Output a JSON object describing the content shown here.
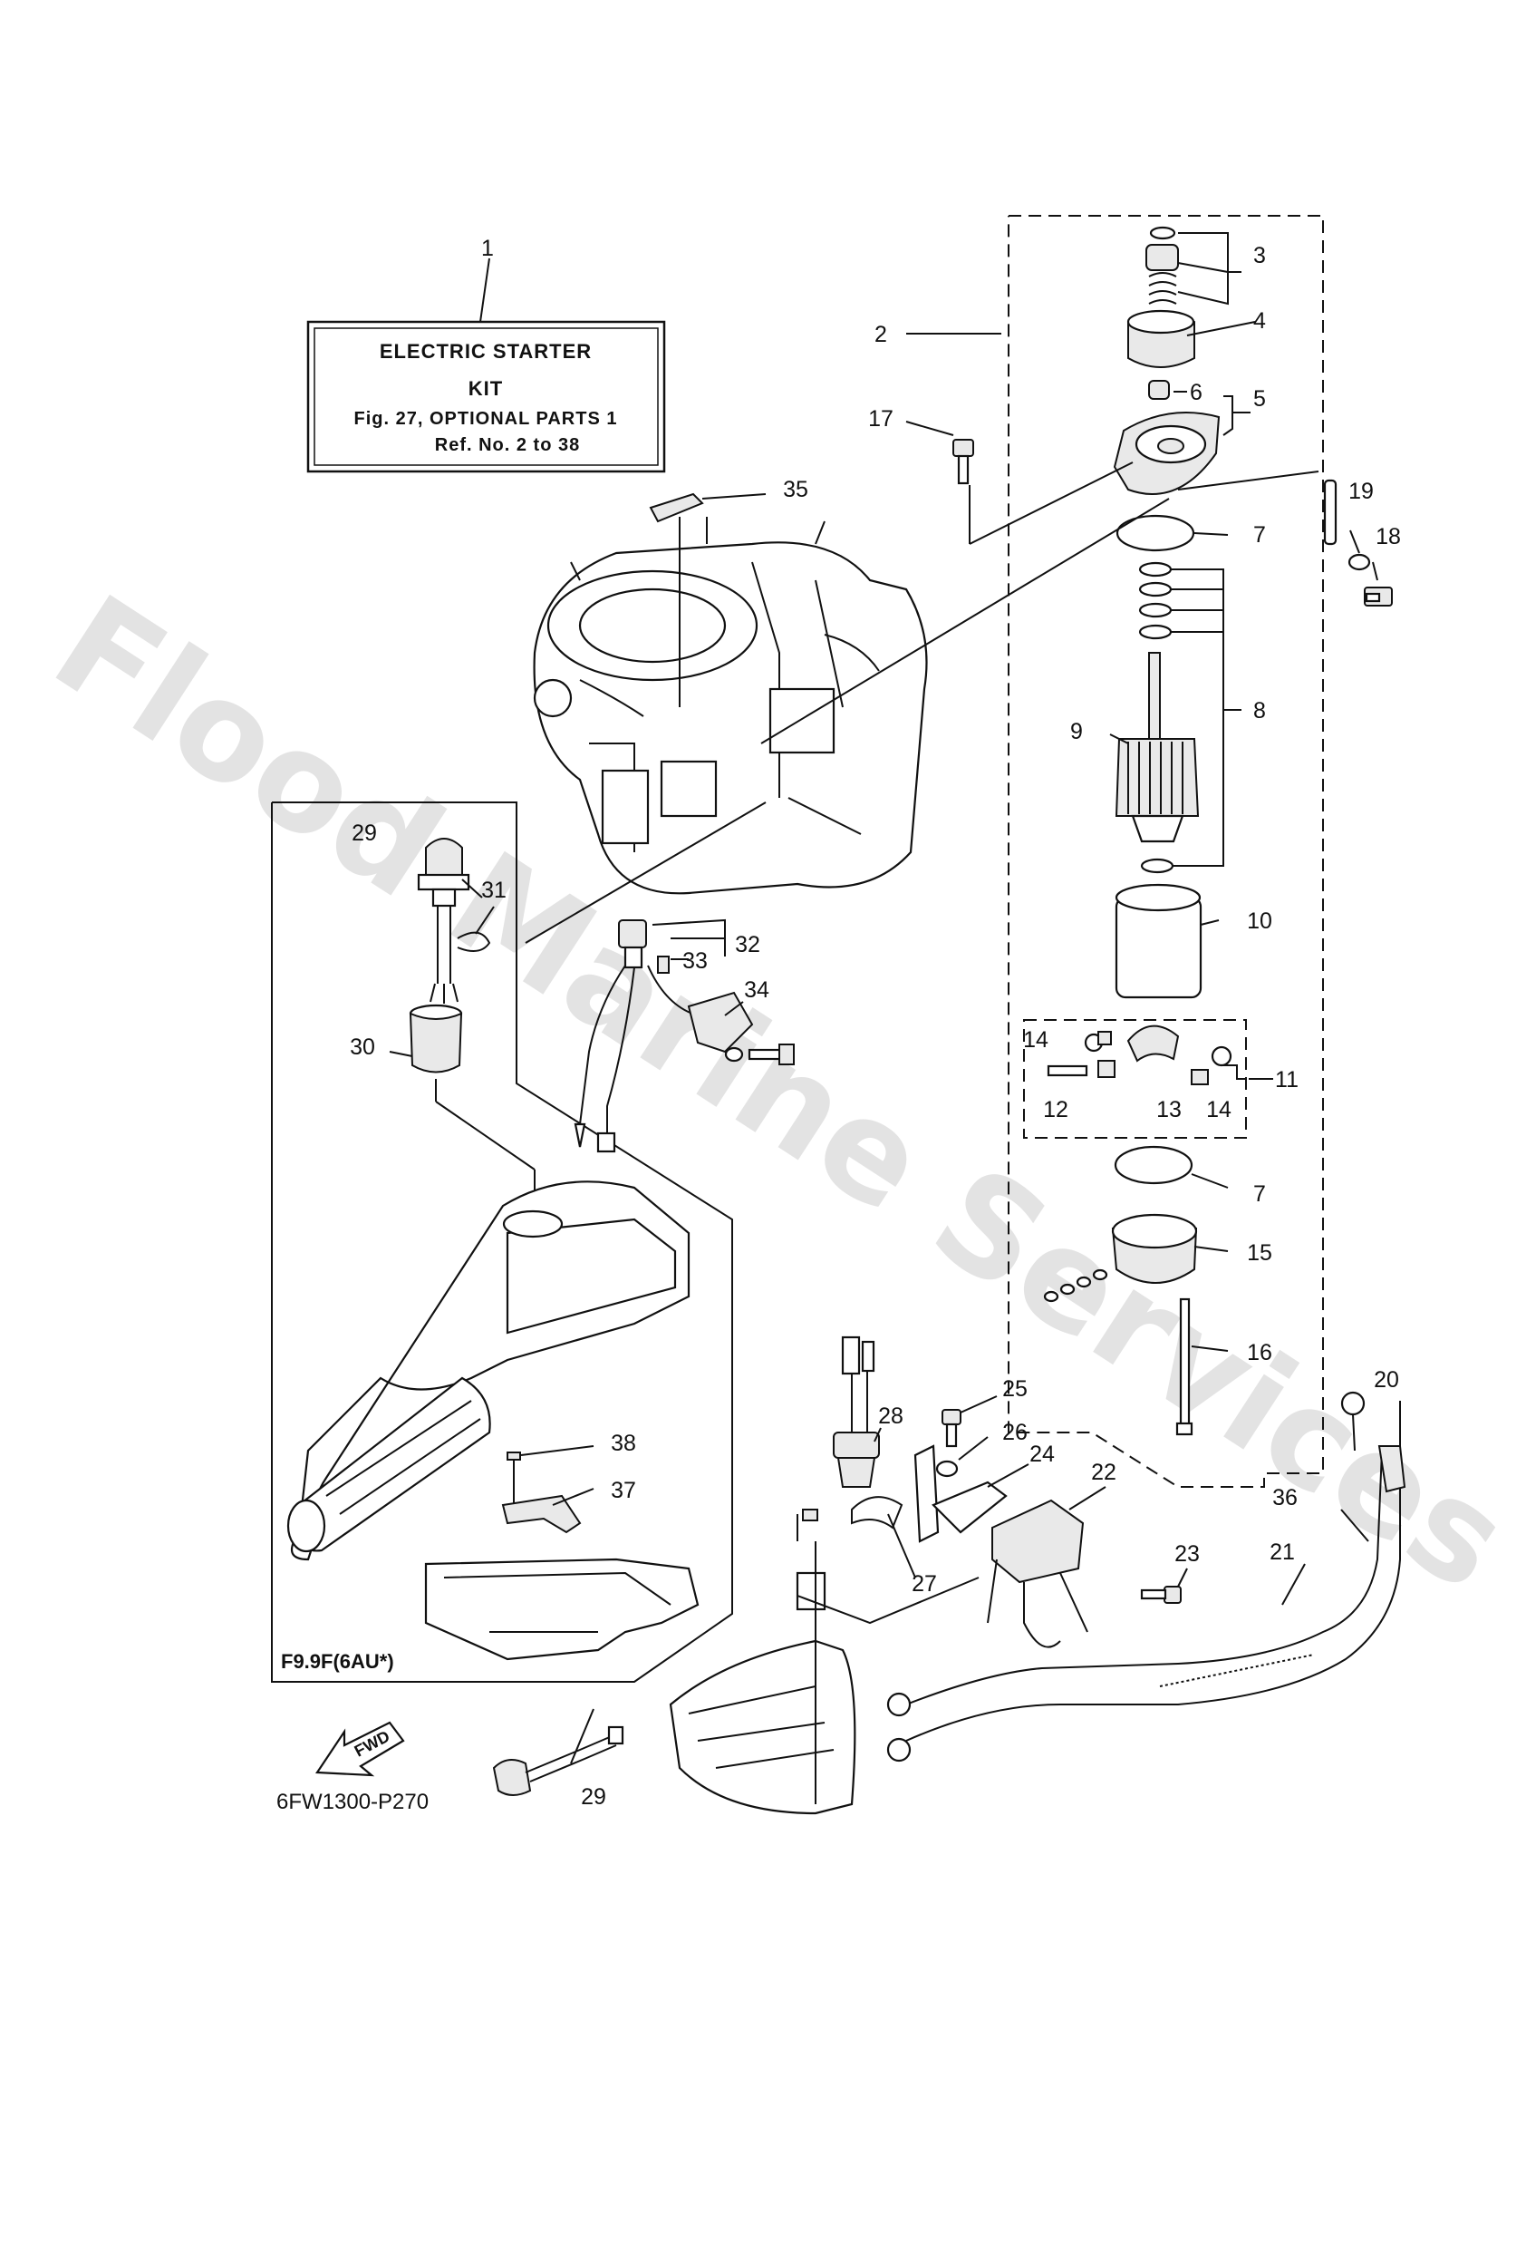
{
  "kit_box": {
    "line1": "ELECTRIC  STARTER",
    "line2": "KIT",
    "line3": "Fig. 27, OPTIONAL PARTS 1",
    "line4": "Ref. No. 2 to 38"
  },
  "model_label": "F9.9F(6AU*)",
  "fwd_label": "FWD",
  "drawing_code": "6FW1300-P270",
  "watermark": "Flood Marine Services",
  "callouts": [
    "1",
    "2",
    "3",
    "4",
    "5",
    "6",
    "7",
    "8",
    "9",
    "10",
    "11",
    "12",
    "13",
    "14",
    "14",
    "7",
    "15",
    "16",
    "17",
    "18",
    "19",
    "20",
    "21",
    "22",
    "23",
    "24",
    "25",
    "26",
    "27",
    "28",
    "29",
    "29",
    "30",
    "31",
    "32",
    "33",
    "34",
    "35",
    "36",
    "37",
    "38"
  ]
}
